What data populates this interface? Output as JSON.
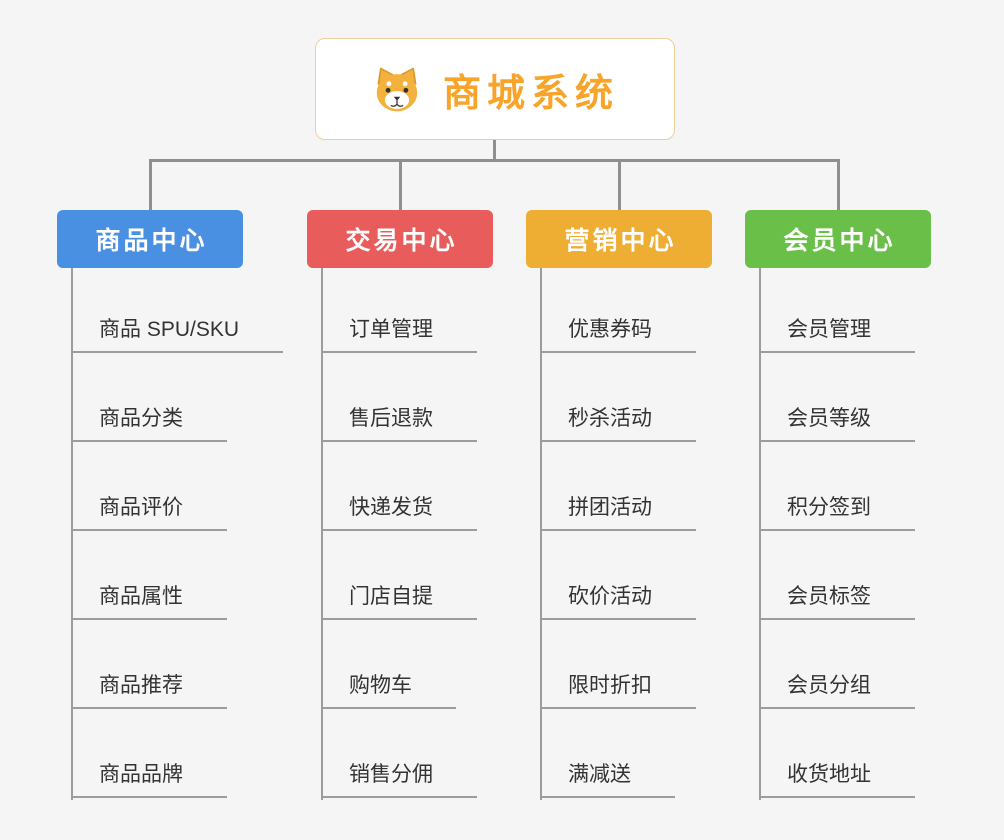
{
  "root": {
    "title": "商城系统",
    "icon": "dog-icon",
    "accent_color": "#f8a42a"
  },
  "connector_color": "#8f8f8f",
  "branches": [
    {
      "label": "商品中心",
      "color": "#4a90e2",
      "children": [
        "商品 SPU/SKU",
        "商品分类",
        "商品评价",
        "商品属性",
        "商品推荐",
        "商品品牌"
      ]
    },
    {
      "label": "交易中心",
      "color": "#e85c5c",
      "children": [
        "订单管理",
        "售后退款",
        "快递发货",
        "门店自提",
        "购物车",
        "销售分佣"
      ]
    },
    {
      "label": "营销中心",
      "color": "#eead33",
      "children": [
        "优惠券码",
        "秒杀活动",
        "拼团活动",
        "砍价活动",
        "限时折扣",
        "满减送"
      ]
    },
    {
      "label": "会员中心",
      "color": "#6abf49",
      "children": [
        "会员管理",
        "会员等级",
        "积分签到",
        "会员标签",
        "会员分组",
        "收货地址"
      ]
    }
  ]
}
